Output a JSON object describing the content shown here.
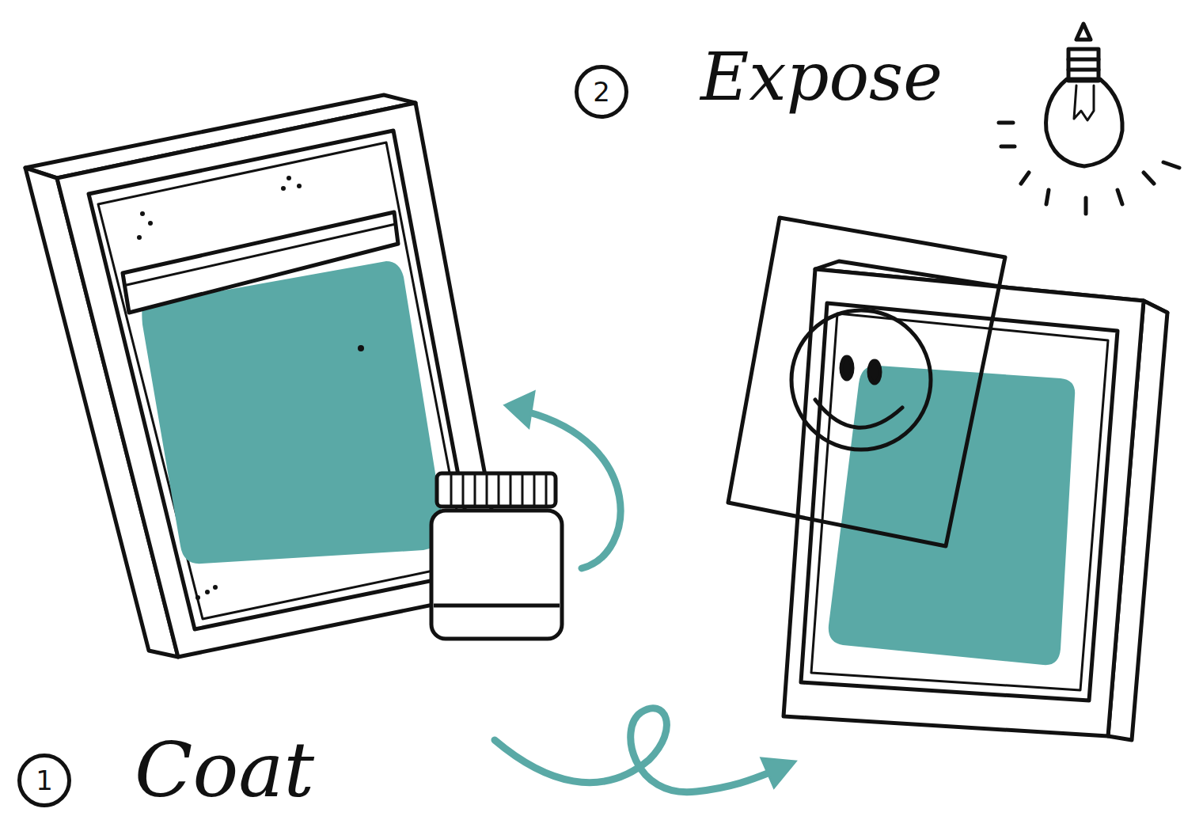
{
  "diagram": {
    "nodes": [
      {
        "text": [
          "1"
        ]
      },
      {
        "text": [
          "2"
        ]
      }
    ],
    "labels": [
      "Expose",
      "Coat"
    ]
  }
}
